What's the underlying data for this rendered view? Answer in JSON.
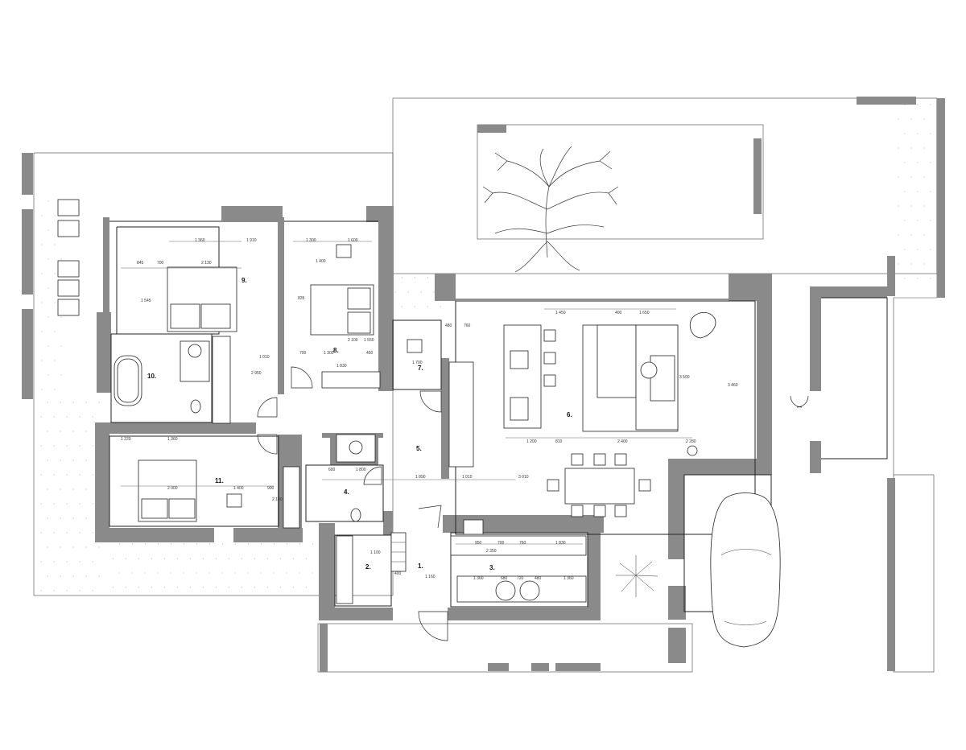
{
  "plan": {
    "room_numbers": [
      {
        "id": "r1",
        "label": "1."
      },
      {
        "id": "r2",
        "label": "2."
      },
      {
        "id": "r3",
        "label": "3."
      },
      {
        "id": "r4",
        "label": "4."
      },
      {
        "id": "r5",
        "label": "5."
      },
      {
        "id": "r6",
        "label": "6."
      },
      {
        "id": "r7",
        "label": "7."
      },
      {
        "id": "r8",
        "label": "8."
      },
      {
        "id": "r9",
        "label": "9."
      },
      {
        "id": "r10",
        "label": "10."
      },
      {
        "id": "r11",
        "label": "11."
      }
    ],
    "dimensions": [
      "1 360",
      "1 910",
      "2 130",
      "845",
      "700",
      "1 545",
      "1 300",
      "1 600",
      "1 400",
      "835",
      "1 830",
      "2 100",
      "1 550",
      "700",
      "1 300",
      "450",
      "2 950",
      "1 010",
      "1 700",
      "480",
      "760",
      "1 450",
      "1 650",
      "400",
      "3 500",
      "3 460",
      "2 400",
      "1 200",
      "810",
      "2 280",
      "3 010",
      "1 890",
      "1 010",
      "950",
      "700",
      "760",
      "1 830",
      "2 350",
      "1 300",
      "680",
      "720",
      "480",
      "1 360",
      "1 100",
      "1 160",
      "400",
      "2 000",
      "1 400",
      "900",
      "1 220",
      "1 360",
      "2 140",
      "600",
      "1 800"
    ],
    "colors": {
      "wall": "#8a8a8a",
      "line": "#222222",
      "background": "#ffffff"
    }
  }
}
